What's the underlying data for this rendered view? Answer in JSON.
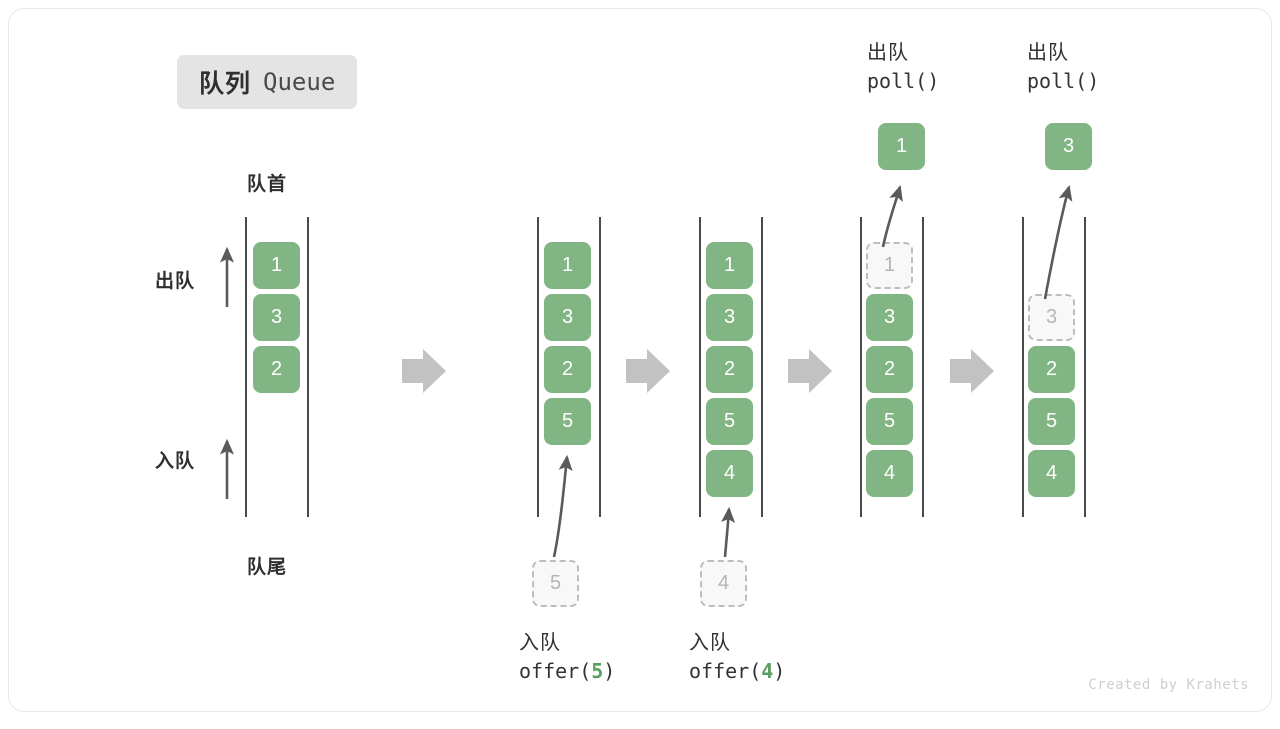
{
  "title": {
    "cn": "队列",
    "en": "Queue"
  },
  "labels": {
    "front": "队首",
    "rear": "队尾",
    "dequeue_side": "出队",
    "enqueue_side": "入队"
  },
  "colors": {
    "cell_fill": "#82b584",
    "cell_text": "#ffffff",
    "ghost_fill": "#f8f8f8",
    "ghost_border": "#bdbdbd",
    "ghost_text": "#b5b5b5",
    "rail": "#4a4a4a",
    "arrow_gray": "#c2c2c2",
    "badge_bg": "#e4e4e4",
    "accent_green": "#5a9e5d",
    "text": "#333333",
    "watermark": "#cfcfcf"
  },
  "stages": [
    {
      "id": "initial",
      "cells": [
        "1",
        "3",
        "2"
      ],
      "ghost_index": -1,
      "empty_top": 0
    },
    {
      "id": "after-offer-5",
      "cells": [
        "1",
        "3",
        "2",
        "5"
      ],
      "ghost_index": -1,
      "empty_top": 0
    },
    {
      "id": "after-offer-4",
      "cells": [
        "1",
        "3",
        "2",
        "5",
        "4"
      ],
      "ghost_index": -1,
      "empty_top": 0
    },
    {
      "id": "poll-1",
      "cells": [
        "1",
        "3",
        "2",
        "5",
        "4"
      ],
      "ghost_index": 0,
      "empty_top": 0
    },
    {
      "id": "poll-3",
      "cells": [
        "3",
        "2",
        "5",
        "4"
      ],
      "ghost_index": 0,
      "empty_top": 1
    }
  ],
  "operations": {
    "offer_5": {
      "cn": "入队",
      "code_prefix": "offer(",
      "code_num": "5",
      "code_suffix": ")",
      "pending_value": "5"
    },
    "offer_4": {
      "cn": "入队",
      "code_prefix": "offer(",
      "code_num": "4",
      "code_suffix": ")",
      "pending_value": "4"
    },
    "poll_1": {
      "cn": "出队",
      "code": "poll()",
      "result_value": "1"
    },
    "poll_2": {
      "cn": "出队",
      "code": "poll()",
      "result_value": "3"
    }
  },
  "watermark": "Created by Krahets"
}
